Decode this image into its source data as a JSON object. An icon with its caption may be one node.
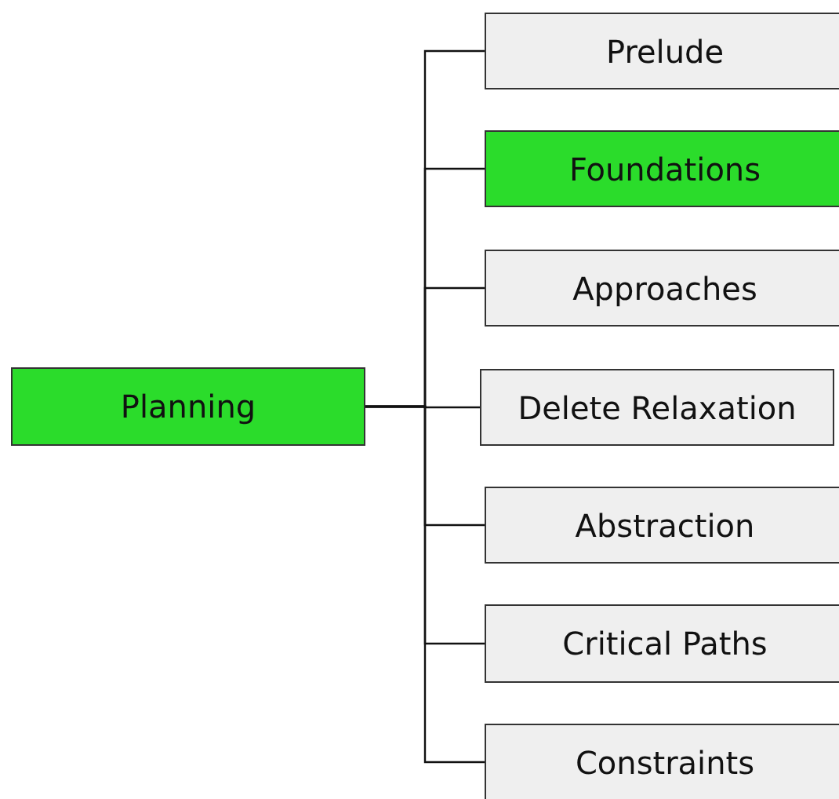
{
  "diagram": {
    "nodes": [
      {
        "text": [
          "Planning"
        ]
      },
      {
        "text": [
          "Prelude"
        ]
      },
      {
        "text": [
          "Foundations"
        ]
      },
      {
        "text": [
          "Approaches"
        ]
      },
      {
        "text": [
          "Delete Relaxation"
        ]
      },
      {
        "text": [
          "Abstraction"
        ]
      },
      {
        "text": [
          "Critical Paths"
        ]
      },
      {
        "text": [
          "Constraints"
        ]
      }
    ],
    "edges": [
      {
        "from": 0,
        "to": 1,
        "arrow": "none"
      },
      {
        "from": 0,
        "to": 2,
        "arrow": "none"
      },
      {
        "from": 0,
        "to": 3,
        "arrow": "none"
      },
      {
        "from": 0,
        "to": 4,
        "arrow": "none"
      },
      {
        "from": 0,
        "to": 5,
        "arrow": "none"
      },
      {
        "from": 0,
        "to": 6,
        "arrow": "none"
      },
      {
        "from": 0,
        "to": 7,
        "arrow": "none"
      }
    ]
  }
}
